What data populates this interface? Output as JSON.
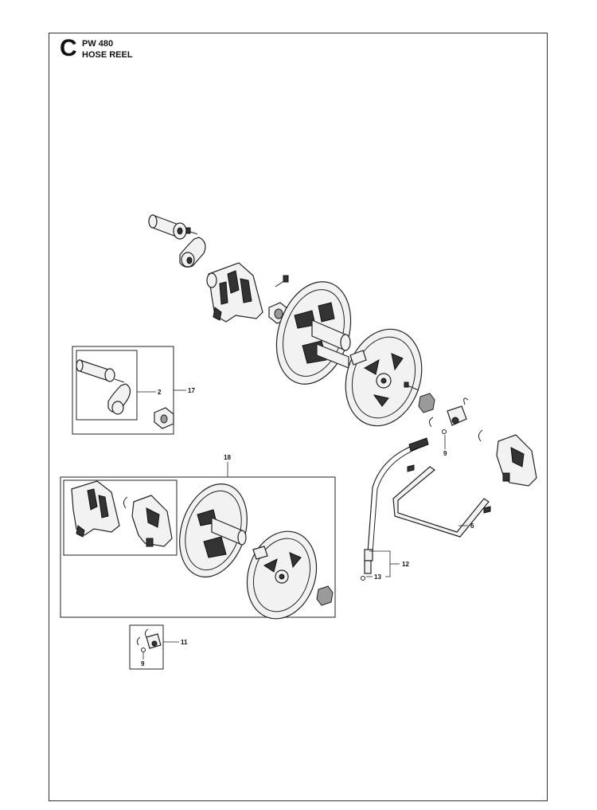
{
  "header": {
    "section_letter": "C",
    "model": "PW 480",
    "title": "HOSE REEL"
  },
  "callouts": {
    "c2": "2",
    "c17": "17",
    "c18": "18",
    "c9a": "9",
    "c6": "6",
    "c12": "12",
    "c13": "13",
    "c11": "11",
    "c9b": "9"
  }
}
